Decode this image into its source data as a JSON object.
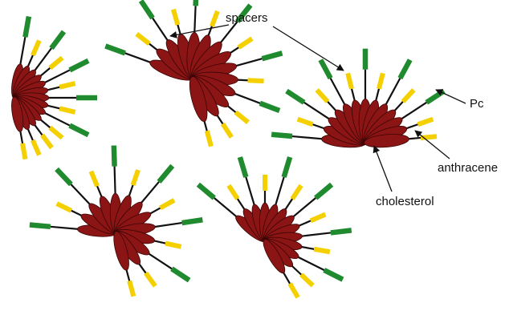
{
  "labels": {
    "spacers": "spacers",
    "pc": "Pc",
    "anthracene": "anthracene",
    "cholesterol": "cholesterol"
  },
  "colors": {
    "core": "#8b1414",
    "core_edge": "#3a0505",
    "spacer": "#111111",
    "anthracene": "#f5d000",
    "pc": "#1f8a2e",
    "text": "#111111"
  },
  "clusters": [
    {
      "name": "cluster-top-left",
      "spacer_count": 13,
      "anthracene_count": 8,
      "pc_count": 5
    },
    {
      "name": "cluster-top-middle",
      "spacer_count": 14,
      "anthracene_count": 8,
      "pc_count": 6
    },
    {
      "name": "cluster-right",
      "spacer_count": 13,
      "anthracene_count": 7,
      "pc_count": 6
    },
    {
      "name": "cluster-bottom-left",
      "spacer_count": 13,
      "anthracene_count": 7,
      "pc_count": 6
    },
    {
      "name": "cluster-bottom-middle",
      "spacer_count": 13,
      "anthracene_count": 7,
      "pc_count": 6
    }
  ]
}
